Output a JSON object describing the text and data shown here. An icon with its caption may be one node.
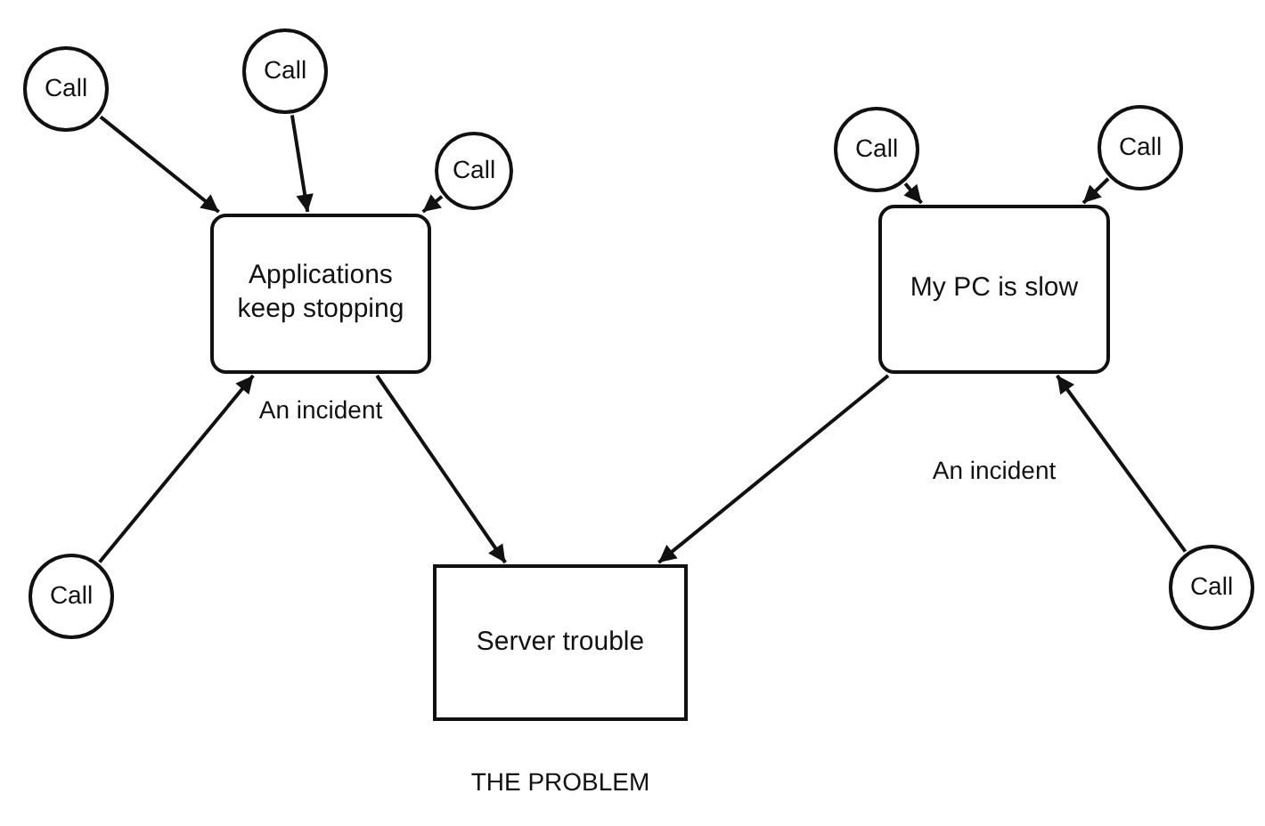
{
  "diagram": {
    "nodes": [
      {
        "text": [
          "Call"
        ]
      },
      {
        "text": [
          "Call"
        ]
      },
      {
        "text": [
          "Call"
        ]
      },
      {
        "text": [
          "Call"
        ]
      },
      {
        "text": [
          "Call"
        ]
      },
      {
        "text": [
          "Applications keep stopping"
        ],
        "beside": [
          "An incident"
        ]
      },
      {
        "text": [
          "My PC is slow"
        ],
        "beside": [
          "An incident"
        ]
      },
      {
        "text": [
          "Call"
        ]
      },
      {
        "text": [
          "Call"
        ]
      },
      {
        "text": [
          "Server trouble"
        ],
        "beside": [
          "THE PROBLEM"
        ]
      }
    ],
    "edges": [
      {
        "from": 0,
        "to": 5,
        "arrow": "to"
      },
      {
        "from": 1,
        "to": 5,
        "arrow": "to"
      },
      {
        "from": 2,
        "to": 5,
        "arrow": "to"
      },
      {
        "from": 7,
        "to": 5,
        "arrow": "to"
      },
      {
        "from": 3,
        "to": 6,
        "arrow": "to"
      },
      {
        "from": 4,
        "to": 6,
        "arrow": "to"
      },
      {
        "from": 8,
        "to": 6,
        "arrow": "to"
      },
      {
        "from": 5,
        "to": 9,
        "arrow": "to"
      },
      {
        "from": 6,
        "to": 9,
        "arrow": "to"
      }
    ]
  }
}
